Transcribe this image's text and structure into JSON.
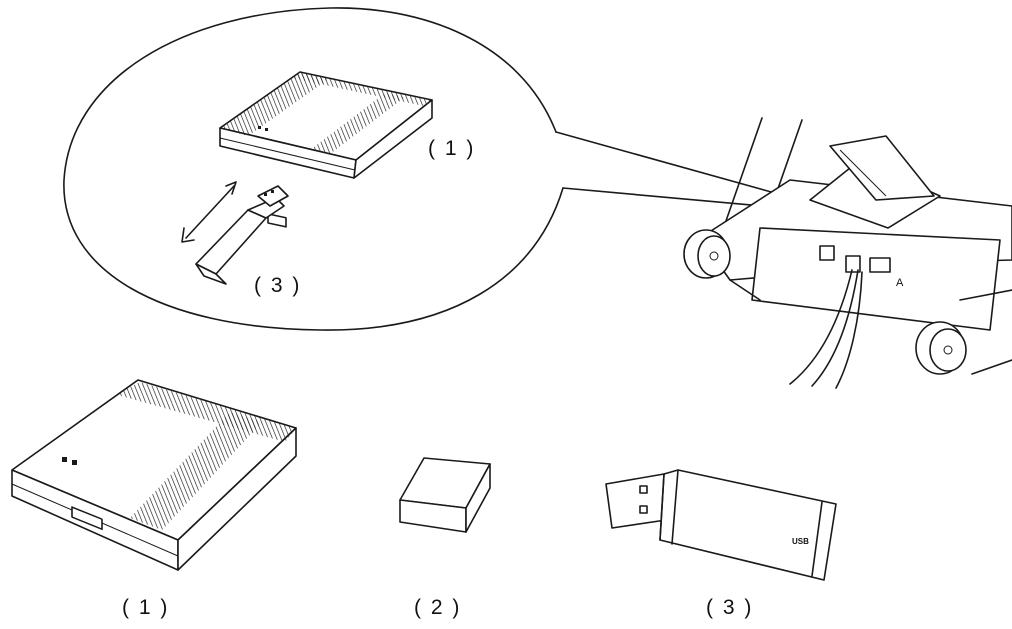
{
  "labels": {
    "callout_device": "( 1 )",
    "callout_usb": "( 3 )",
    "item1": "( 1 )",
    "item2": "( 2 )",
    "item3": "( 3 )"
  },
  "usb_text": "USB"
}
